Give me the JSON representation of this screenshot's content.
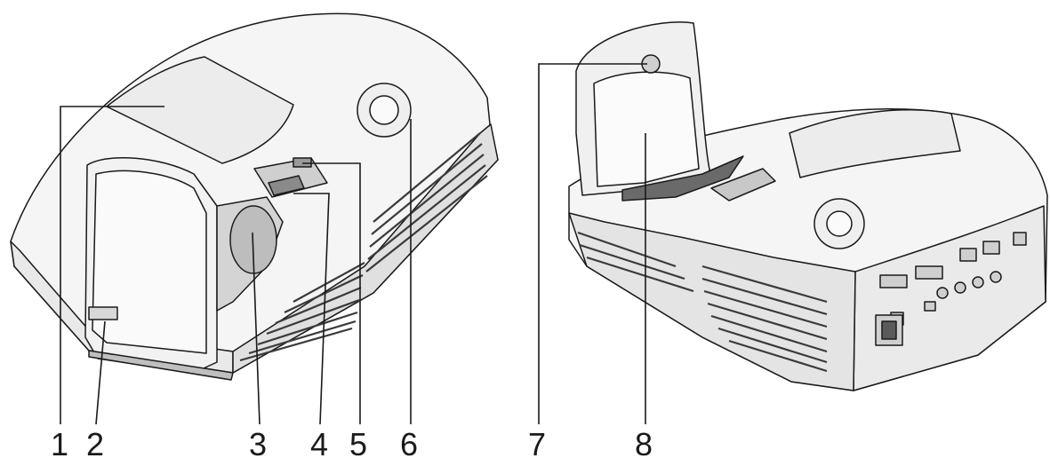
{
  "callouts": [
    {
      "id": "1",
      "label": "1"
    },
    {
      "id": "2",
      "label": "2"
    },
    {
      "id": "3",
      "label": "3"
    },
    {
      "id": "4",
      "label": "4"
    },
    {
      "id": "5",
      "label": "5"
    },
    {
      "id": "6",
      "label": "6"
    },
    {
      "id": "7",
      "label": "7"
    },
    {
      "id": "8",
      "label": "8"
    }
  ],
  "colors": {
    "line": "#1a1a1a",
    "body": "#f7f7f7",
    "shade": "#dcdcdc",
    "dark": "#4a4a4a"
  }
}
